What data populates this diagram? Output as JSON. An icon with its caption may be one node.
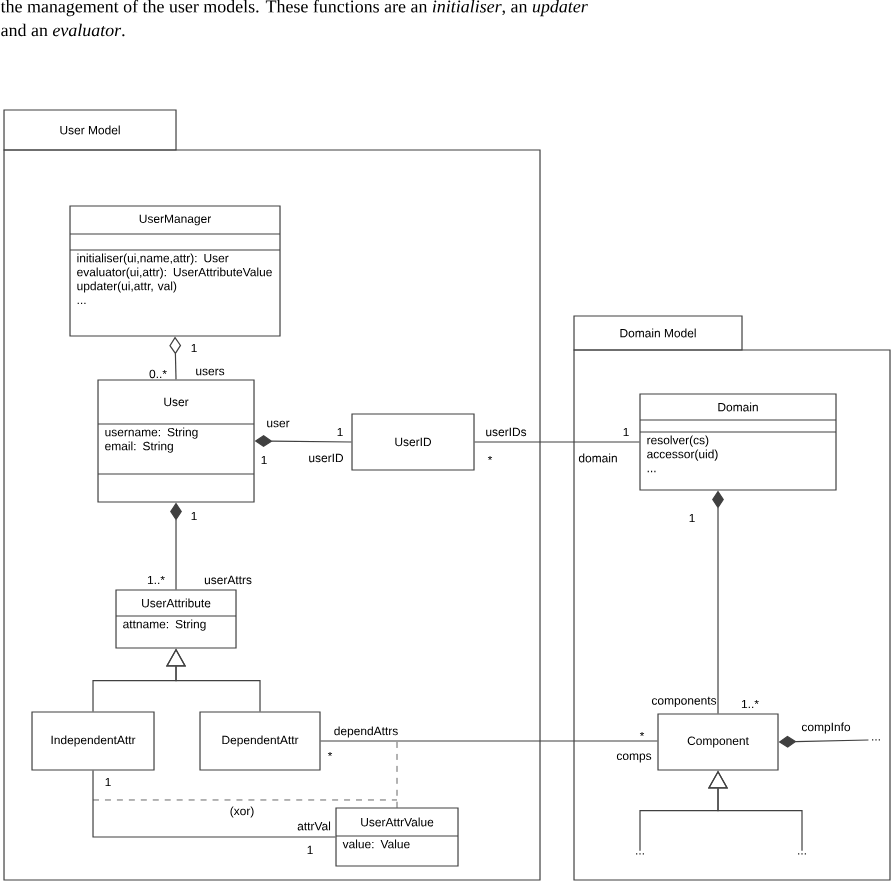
{
  "diagram": {
    "nodes": [
      {
        "text": [
          "User Model"
        ]
      },
      {
        "text": [
          "UserManager",
          "initialiser(ui,name,attr): User",
          "evaluator(ui,attr): UserAttributeValue",
          "updater(ui,attr, val)",
          "..."
        ],
        "in": 0
      },
      {
        "text": [
          "User",
          "username: String",
          "email: String"
        ],
        "in": 0
      },
      {
        "text": [
          "UserID"
        ],
        "in": 0
      },
      {
        "text": [
          "UserAttribute",
          "attname: String"
        ],
        "in": 0
      },
      {
        "text": [
          "IndependentAttr"
        ],
        "in": 0
      },
      {
        "text": [
          "DependentAttr"
        ],
        "in": 0
      },
      {
        "text": [
          "UserAttrValue",
          "value: Value"
        ],
        "in": 0
      },
      {
        "text": [
          "Domain Model"
        ]
      },
      {
        "text": [
          "Domain",
          "resolver(cs)",
          "accessor(uid)",
          "..."
        ],
        "in": 8
      },
      {
        "text": [
          "Component"
        ],
        "in": 8
      },
      {
        "text": [
          "..."
        ],
        "in": 8
      },
      {
        "text": [
          "..."
        ],
        "in": 8
      },
      {
        "text": [
          "..."
        ],
        "in": 8
      }
    ],
    "edges": [
      {
        "from": 1,
        "to": 2,
        "arrow": "other"
      },
      {
        "from": 2,
        "to": 3,
        "arrow": "other"
      },
      {
        "from": 3,
        "to": 9,
        "arrow": "none"
      },
      {
        "from": 2,
        "to": 4,
        "arrow": "other"
      },
      {
        "from": 5,
        "to": 4,
        "arrow": "to"
      },
      {
        "from": 6,
        "to": 4,
        "arrow": "to"
      },
      {
        "from": 5,
        "to": 7,
        "arrow": "none"
      },
      {
        "from": 6,
        "to": 10,
        "arrow": "none"
      },
      {
        "from": 9,
        "to": 10,
        "arrow": "other"
      },
      {
        "from": 10,
        "to": 11,
        "arrow": "other"
      },
      {
        "from": 12,
        "to": 10,
        "arrow": "to"
      },
      {
        "from": 13,
        "to": 10,
        "arrow": "to"
      }
    ],
    "labels": [
      "the management of the user models. These functions are an *initialiser*, an *updater*",
      "and an *evaluator*.",
      "1",
      "0..*",
      "users",
      "user",
      "1",
      "userIDs",
      "1",
      "1",
      "userID",
      "*",
      "domain",
      "1",
      "1",
      "1..*",
      "userAttrs",
      "components",
      "1..*",
      "dependAttrs",
      "*",
      "compInfo",
      "*",
      "comps",
      "1",
      "(xor)",
      "attrVal",
      "1"
    ]
  }
}
